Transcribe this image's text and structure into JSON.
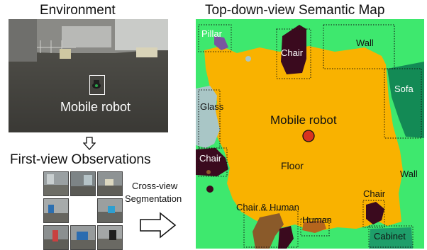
{
  "left_panel": {
    "environment_title": "Environment",
    "robot_label": "Mobile robot",
    "observations_title": "First-view Observations"
  },
  "right_panel": {
    "map_title": "Top-down-view Semantic Map",
    "labels": {
      "pillar": "Pillar",
      "chair_top": "Chair",
      "wall_top": "Wall",
      "sofa": "Sofa",
      "glass": "Glass",
      "mobile_robot": "Mobile robot",
      "chair_left": "Chair",
      "floor": "Floor",
      "wall_right": "Wall",
      "chair_bottom": "Chair",
      "chair_human": "Chair & Human",
      "human": "Human",
      "cabinet": "Cabinet"
    }
  },
  "process": {
    "line1": "Cross-view",
    "line2": "Segmentation"
  },
  "colors": {
    "floor": "#f9b200",
    "wall": "#3ee86e",
    "chair": "#3a0a1e",
    "sofa": "#138a55",
    "glass": "#a9c6c6",
    "pillar": "#7a56a0",
    "cabinet": "#1e9e6a",
    "human": "#8a5a2a",
    "robot": "#d8331f"
  }
}
